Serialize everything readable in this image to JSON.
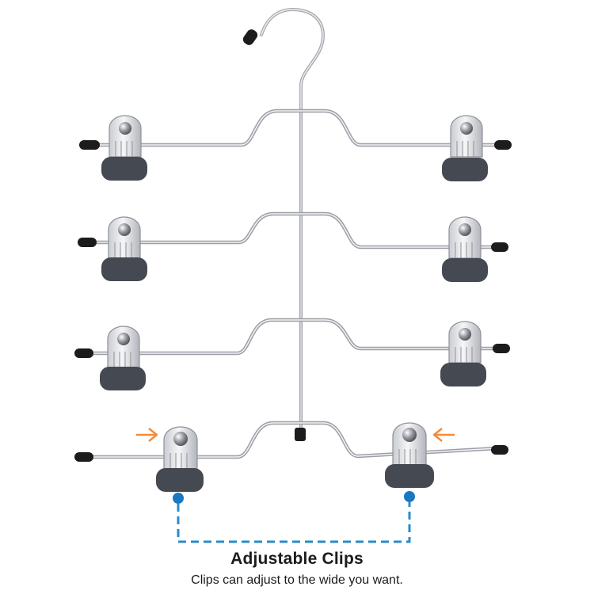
{
  "product": {
    "tiers": 4,
    "clips_per_tier": 2
  },
  "caption": {
    "title": "Adjustable Clips",
    "subtitle": "Clips can adjust to the wide you want."
  },
  "colors": {
    "metal": "#b9bcc2",
    "clip_body": "#d9dbe0",
    "clip_pad": "#454a52",
    "tip": "#1c1c1c",
    "arrow": "#f28c3a",
    "dim_line": "#2a8bc9",
    "dim_dot": "#1a78c2"
  },
  "icons": {
    "arrow": "orange-arrow-icon",
    "dimension": "dashed-dimension-line"
  }
}
